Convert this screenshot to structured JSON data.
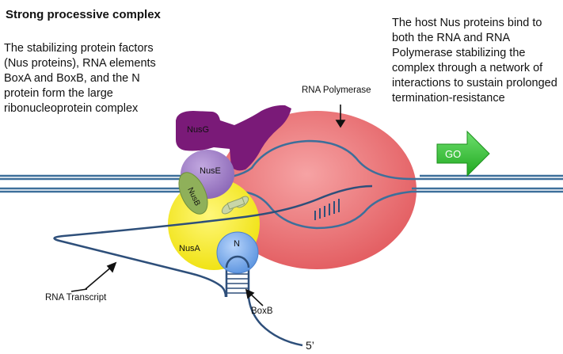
{
  "title": "Strong processive complex",
  "left_text": "The stabilizing protein factors (Nus proteins), RNA elements BoxA and BoxB, and the N protein form the large ribonucleoprotein complex",
  "right_text": "The host Nus proteins bind to both the RNA and RNA Polymerase stabilizing the complex through a network of interactions to sustain prolonged termination-resistance",
  "labels": {
    "rna_polymerase": "RNA Polymerase",
    "rna_transcript": "RNA Transcript",
    "boxb": "BoxB",
    "five_prime": "5’",
    "nusg": "NusG",
    "nuse": "NusE",
    "nusb": "NusB",
    "nusa": "NusA",
    "n_protein": "N",
    "go": "GO"
  },
  "colors": {
    "polymerase": "#e9686b",
    "nusg": "#7a1a78",
    "nuse": "#9a78c2",
    "nusb": "#8fb05a",
    "nusa": "#f3ea1c",
    "n_protein": "#6aa2e8",
    "go_arrow": "#2fc42f",
    "dna": "#3d6f9a"
  }
}
